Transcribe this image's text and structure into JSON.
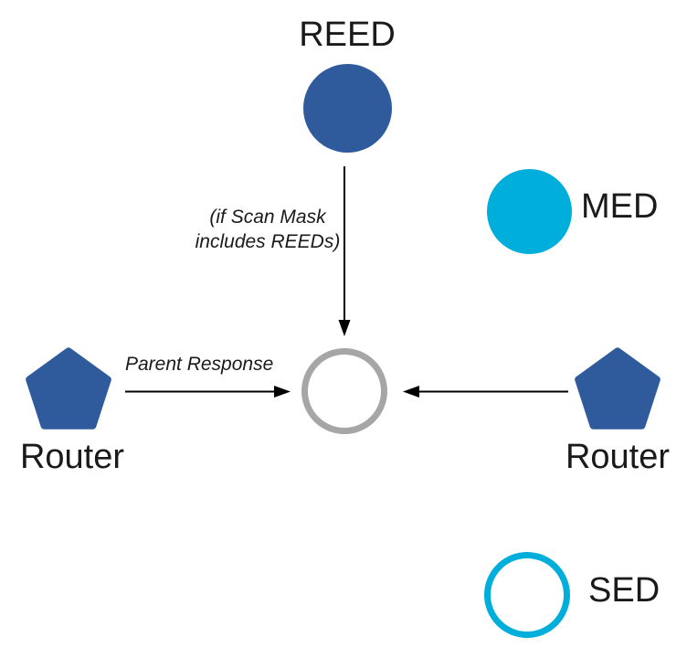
{
  "colors": {
    "node_blue": "#2F5B9D",
    "accent_cyan": "#00AEDC",
    "neutral_gray": "#A6A6A6",
    "arrow_black": "#000000",
    "text_dark": "#1A1A1A",
    "background": "#FFFFFF"
  },
  "nodes": {
    "reed": {
      "label": "REED"
    },
    "med": {
      "label": "MED"
    },
    "sed": {
      "label": "SED"
    },
    "router_left": {
      "label": "Router"
    },
    "router_right": {
      "label": "Router"
    }
  },
  "annotations": {
    "scan_mask_note": "(if Scan Mask includes REEDs)",
    "parent_response": "Parent Response"
  }
}
